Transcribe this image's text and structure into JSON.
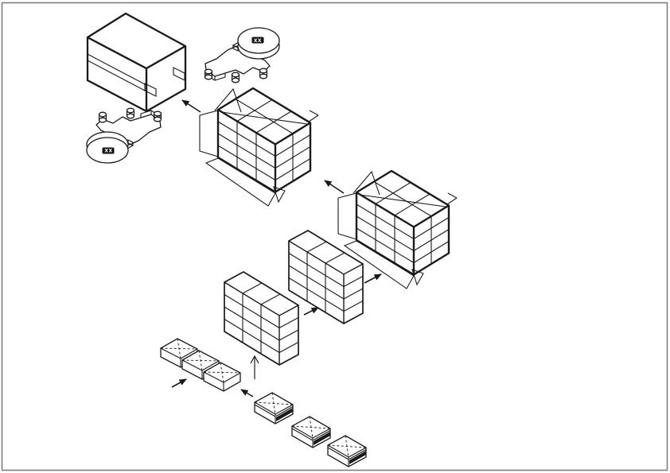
{
  "figure": {
    "background_color": "#ffffff",
    "line_color": "#1a1a1a",
    "border_color": "#7f7f7f",
    "reel_label": "XX",
    "parts": {
      "sealed_carton": "sealed-carton-with-tape-bands",
      "tape_machine_upper": "tape-reel-applicator-upper-right",
      "tape_machine_lower": "tape-reel-applicator-lower-left",
      "wrapped_stack_left": "box-stack-in-partially-folded-wrapper-left",
      "wrapped_stack_right": "box-stack-in-partially-folded-wrapper-right",
      "box_stack_front": "stack-of-boxes-3x1x4-front",
      "box_stack_rear": "stack-of-boxes-3x1x4-rear",
      "tray_row": "row-of-three-open-trays",
      "small_boxes": "three-open-product-boxes-with-dark-stripe",
      "arrows": "process-flow-arrows"
    }
  }
}
